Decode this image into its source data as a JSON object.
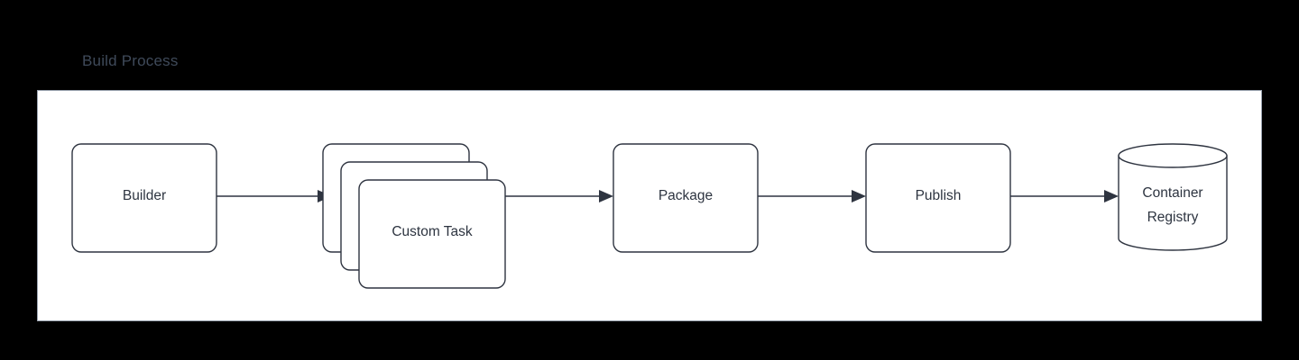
{
  "diagram": {
    "title": "Build Process",
    "title_color": "#3f4a5a",
    "background_color": "#000000",
    "panel_fill": "#ffffff",
    "panel_border_color": "#9aa3b0",
    "node_stroke_color": "#2e3440",
    "node_fill": "#ffffff",
    "label_color": "#2d3440",
    "edge_color": "#2e3440",
    "type": "flowchart",
    "direction": "left-to-right",
    "nodes": [
      {
        "id": "builder",
        "label": "Builder",
        "shape": "rounded-rect"
      },
      {
        "id": "custom-task",
        "label": "Custom Task",
        "shape": "stacked-rounded-rect",
        "stack_count": 3
      },
      {
        "id": "package",
        "label": "Package",
        "shape": "rounded-rect"
      },
      {
        "id": "publish",
        "label": "Publish",
        "shape": "rounded-rect"
      },
      {
        "id": "container-registry",
        "label_line1": "Container",
        "label_line2": "Registry",
        "label": "Container Registry",
        "shape": "cylinder"
      }
    ],
    "edges": [
      {
        "from": "builder",
        "to": "custom-task",
        "arrow": "single"
      },
      {
        "from": "custom-task",
        "to": "package",
        "arrow": "single"
      },
      {
        "from": "package",
        "to": "publish",
        "arrow": "single"
      },
      {
        "from": "publish",
        "to": "container-registry",
        "arrow": "single"
      }
    ]
  }
}
